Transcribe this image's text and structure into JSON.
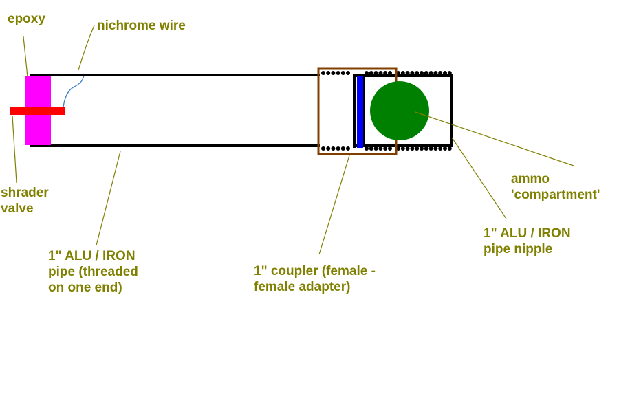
{
  "colors": {
    "label_text": "#808000",
    "pipe_outline": "#000000",
    "epoxy": "#ff00ff",
    "schrader_valve": "#ff0000",
    "nichrome_wire": "#4080c0",
    "coupler": "#804000",
    "divider": "#0000ff",
    "ammo_ball": "#008000",
    "leader_line": "#808000"
  },
  "labels": {
    "epoxy": "epoxy",
    "nichrome_wire": "nichrome wire",
    "schrader_valve": [
      "shrader",
      "valve"
    ],
    "pipe": [
      "1\" ALU / IRON",
      "pipe (threaded",
      "on one end)"
    ],
    "coupler": [
      "1\" coupler (female -",
      "female adapter)"
    ],
    "ammo": [
      "ammo",
      "'compartment'"
    ],
    "nipple": [
      "1\" ALU / IRON",
      "pipe nipple"
    ]
  }
}
